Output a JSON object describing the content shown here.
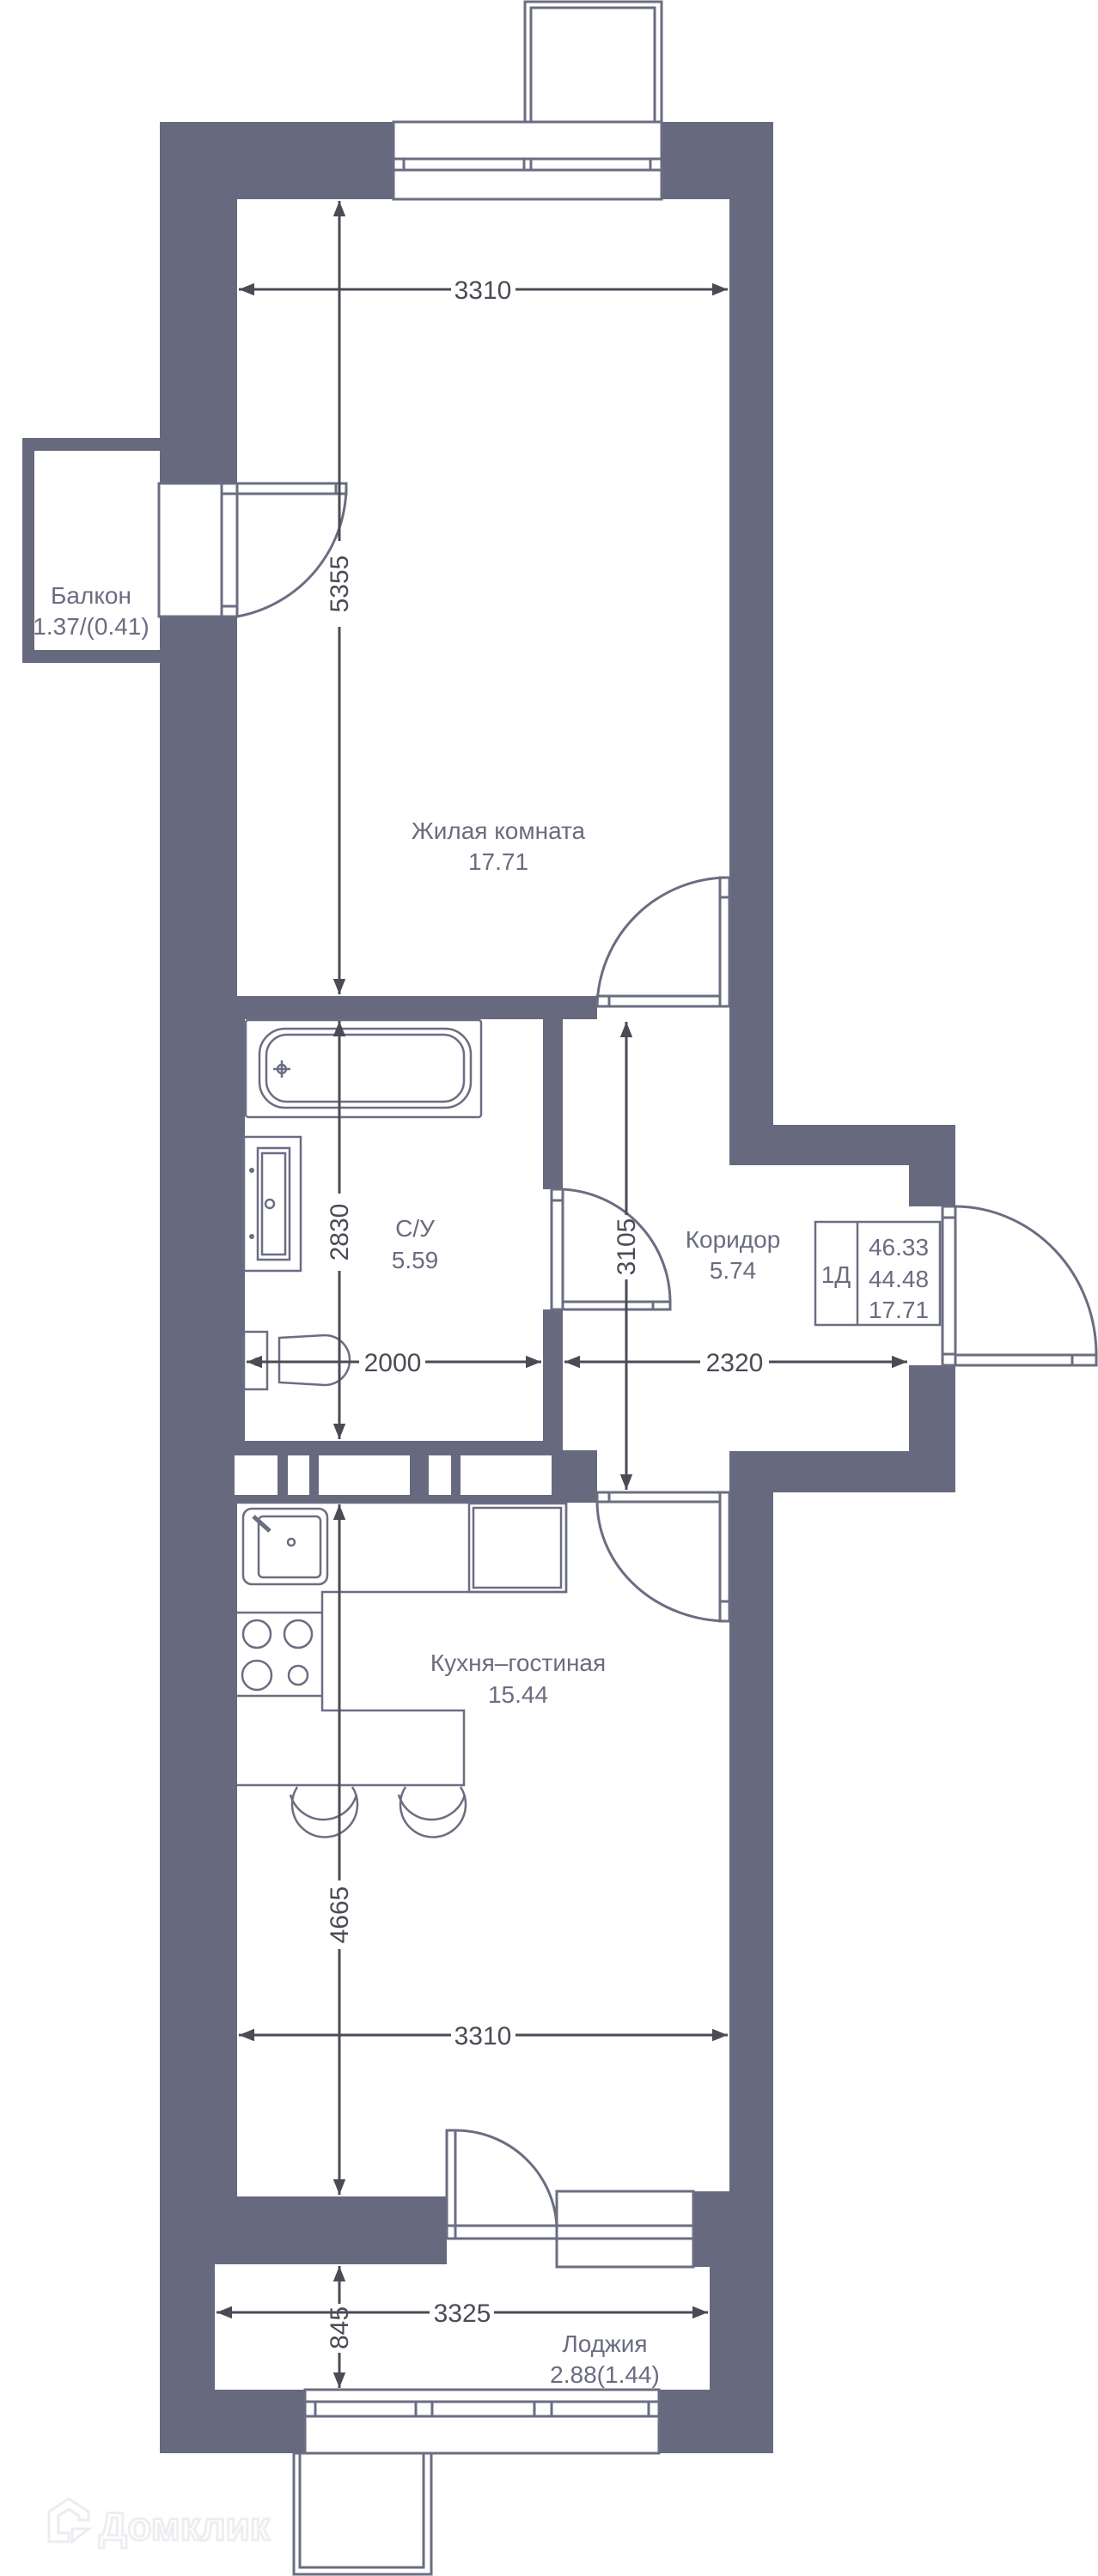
{
  "plan": {
    "type_code": "1Д",
    "total_area": "46.33",
    "living_total": "44.48",
    "living_area": "17.71"
  },
  "rooms": {
    "living": {
      "name": "Жилая комната",
      "area": "17.71"
    },
    "bathroom": {
      "name": "С/У",
      "area": "5.59"
    },
    "corridor": {
      "name": "Коридор",
      "area": "5.74"
    },
    "kitchen": {
      "name": "Кухня–гостиная",
      "area": "15.44"
    },
    "balcony": {
      "name": "Балкон",
      "area": "1.37/(0.41)"
    },
    "loggia": {
      "name": "Лоджия",
      "area": "2.88(1.44)"
    }
  },
  "dimensions": {
    "living_width": "3310",
    "living_length": "5355",
    "bathroom_length": "2830",
    "bathroom_width": "2000",
    "corridor_length": "3105",
    "corridor_width": "2320",
    "kitchen_length": "4665",
    "kitchen_width": "3310",
    "loggia_width": "3325",
    "loggia_depth": "845"
  },
  "watermark": "Домклик",
  "colors": {
    "wall": "#676a7e",
    "text": "#6a6c80",
    "dimension": "#4a4b55"
  }
}
